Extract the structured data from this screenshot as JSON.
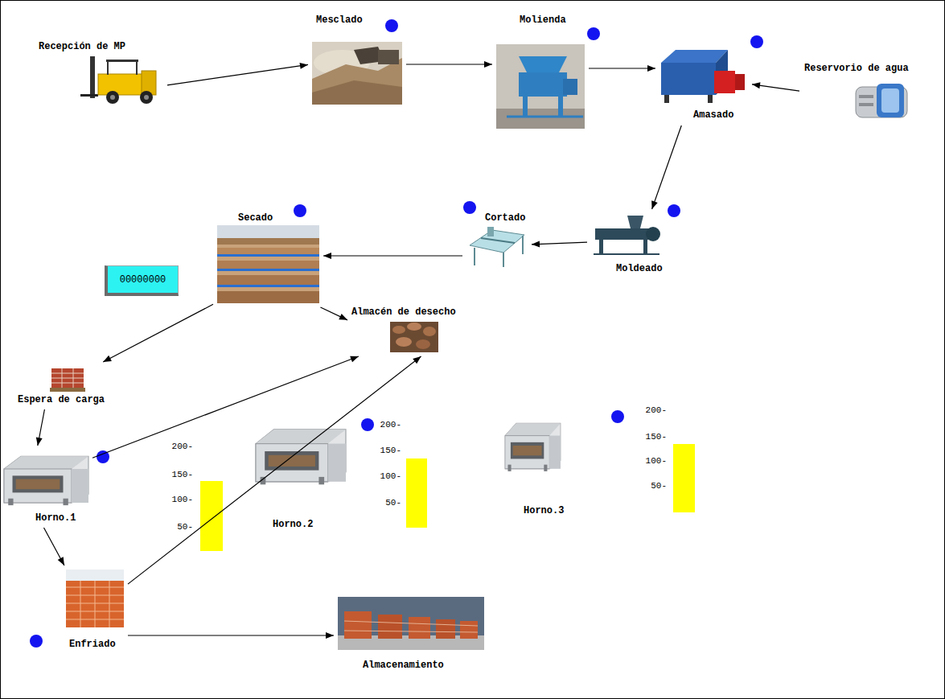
{
  "diagram": {
    "nodes": [
      {
        "text": [
          "Recepción de MP"
        ]
      },
      {
        "text": [
          "Mesclado"
        ]
      },
      {
        "text": [
          "Molienda"
        ]
      },
      {
        "text": [
          "Amasado"
        ]
      },
      {
        "text": [
          "Reservorio de agua"
        ]
      },
      {
        "text": [
          "Moldeado"
        ]
      },
      {
        "text": [
          "Cortado"
        ]
      },
      {
        "text": [
          "Secado"
        ]
      },
      {
        "text": [
          "00000000"
        ]
      },
      {
        "text": [
          "Almacén de desecho"
        ]
      },
      {
        "text": [
          "Espera de carga"
        ]
      },
      {
        "text": [
          "Horno.1"
        ]
      },
      {
        "text": [
          "Horno.2"
        ]
      },
      {
        "text": [
          "Horno.3"
        ]
      },
      {
        "text": [
          "Enfriado"
        ]
      },
      {
        "text": [
          "Almacenamiento"
        ]
      }
    ],
    "edges": [
      {
        "from": 0,
        "to": 1,
        "arrow": "to"
      },
      {
        "from": 1,
        "to": 2,
        "arrow": "to"
      },
      {
        "from": 2,
        "to": 3,
        "arrow": "to"
      },
      {
        "from": 4,
        "to": 3,
        "arrow": "to"
      },
      {
        "from": 3,
        "to": 5,
        "arrow": "to"
      },
      {
        "from": 5,
        "to": 6,
        "arrow": "to"
      },
      {
        "from": 6,
        "to": 7,
        "arrow": "to"
      },
      {
        "from": 7,
        "to": 10,
        "arrow": "to"
      },
      {
        "from": 7,
        "to": 9,
        "arrow": "to"
      },
      {
        "from": 10,
        "to": 11,
        "arrow": "to"
      },
      {
        "from": 11,
        "to": 9,
        "arrow": "to"
      },
      {
        "from": 11,
        "to": 14,
        "arrow": "to"
      },
      {
        "from": 14,
        "to": 9,
        "arrow": "to"
      },
      {
        "from": 14,
        "to": 15,
        "arrow": "to"
      }
    ],
    "labels": [
      "200-",
      "150-",
      "100-",
      "50-",
      "200-",
      "150-",
      "100-",
      "50-",
      "200-",
      "150-",
      "100-",
      "50-"
    ]
  }
}
